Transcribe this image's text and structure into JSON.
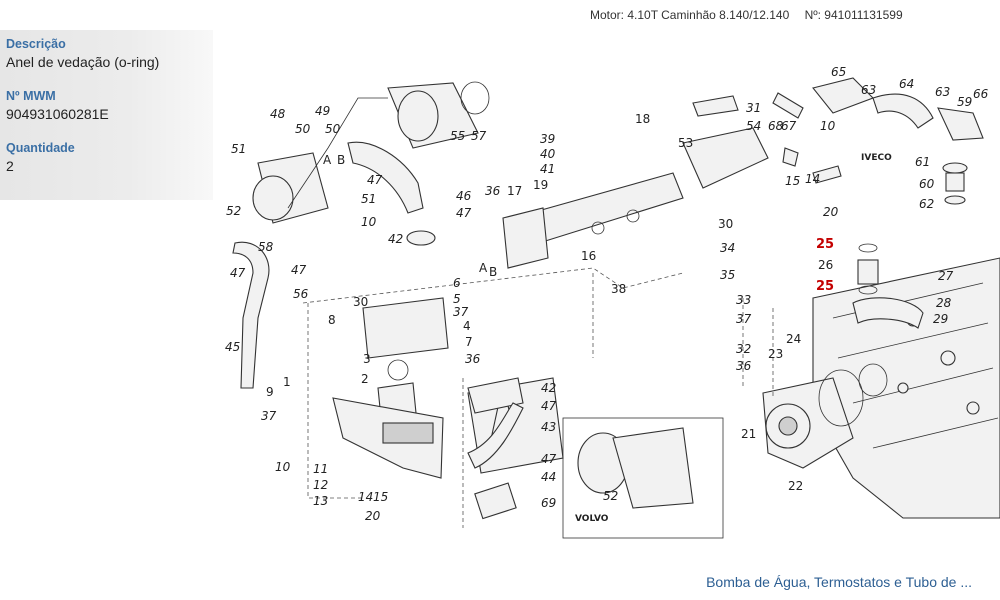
{
  "header": {
    "motor": "Motor: 4.10T Caminhão 8.140/12.140",
    "number": "Nº: 941011131599"
  },
  "info": {
    "description_label": "Descrição",
    "description_value": "Anel de vedação (o-ring)",
    "mwm_label": "Nº MWM",
    "mwm_value": "904931060281E",
    "quantity_label": "Quantidade",
    "quantity_value": "2"
  },
  "diagram": {
    "brands": [
      "IVECO",
      "VOLVO"
    ],
    "highlight_color": "#c40000",
    "callouts": [
      "48",
      "49",
      "50",
      "50",
      "51",
      "55",
      "57",
      "47",
      "B",
      "A",
      "51",
      "52",
      "10",
      "46",
      "47",
      "42",
      "58",
      "47",
      "47",
      "56",
      "45",
      "36",
      "17",
      "B",
      "A",
      "39",
      "40",
      "41",
      "19",
      "18",
      "53",
      "31",
      "54",
      "16",
      "30",
      "34",
      "35",
      "38",
      "33",
      "37",
      "32",
      "36",
      "6",
      "5",
      "37",
      "4",
      "7",
      "36",
      "30",
      "8",
      "3",
      "2",
      "1",
      "9",
      "37",
      "10",
      "11",
      "12",
      "13",
      "14",
      "15",
      "20",
      "42",
      "47",
      "43",
      "47",
      "44",
      "69",
      "52",
      "21",
      "65",
      "63",
      "64",
      "63",
      "59",
      "66",
      "68",
      "67",
      "10",
      "15",
      "14",
      "20",
      "61",
      "60",
      "62",
      "25",
      "26",
      "25",
      "27",
      "28",
      "29",
      "24",
      "23",
      "22"
    ],
    "highlighted_callouts": [
      "25",
      "25"
    ]
  },
  "footer": {
    "link_label": "Bomba de Água, Termostatos e Tubo de ..."
  }
}
